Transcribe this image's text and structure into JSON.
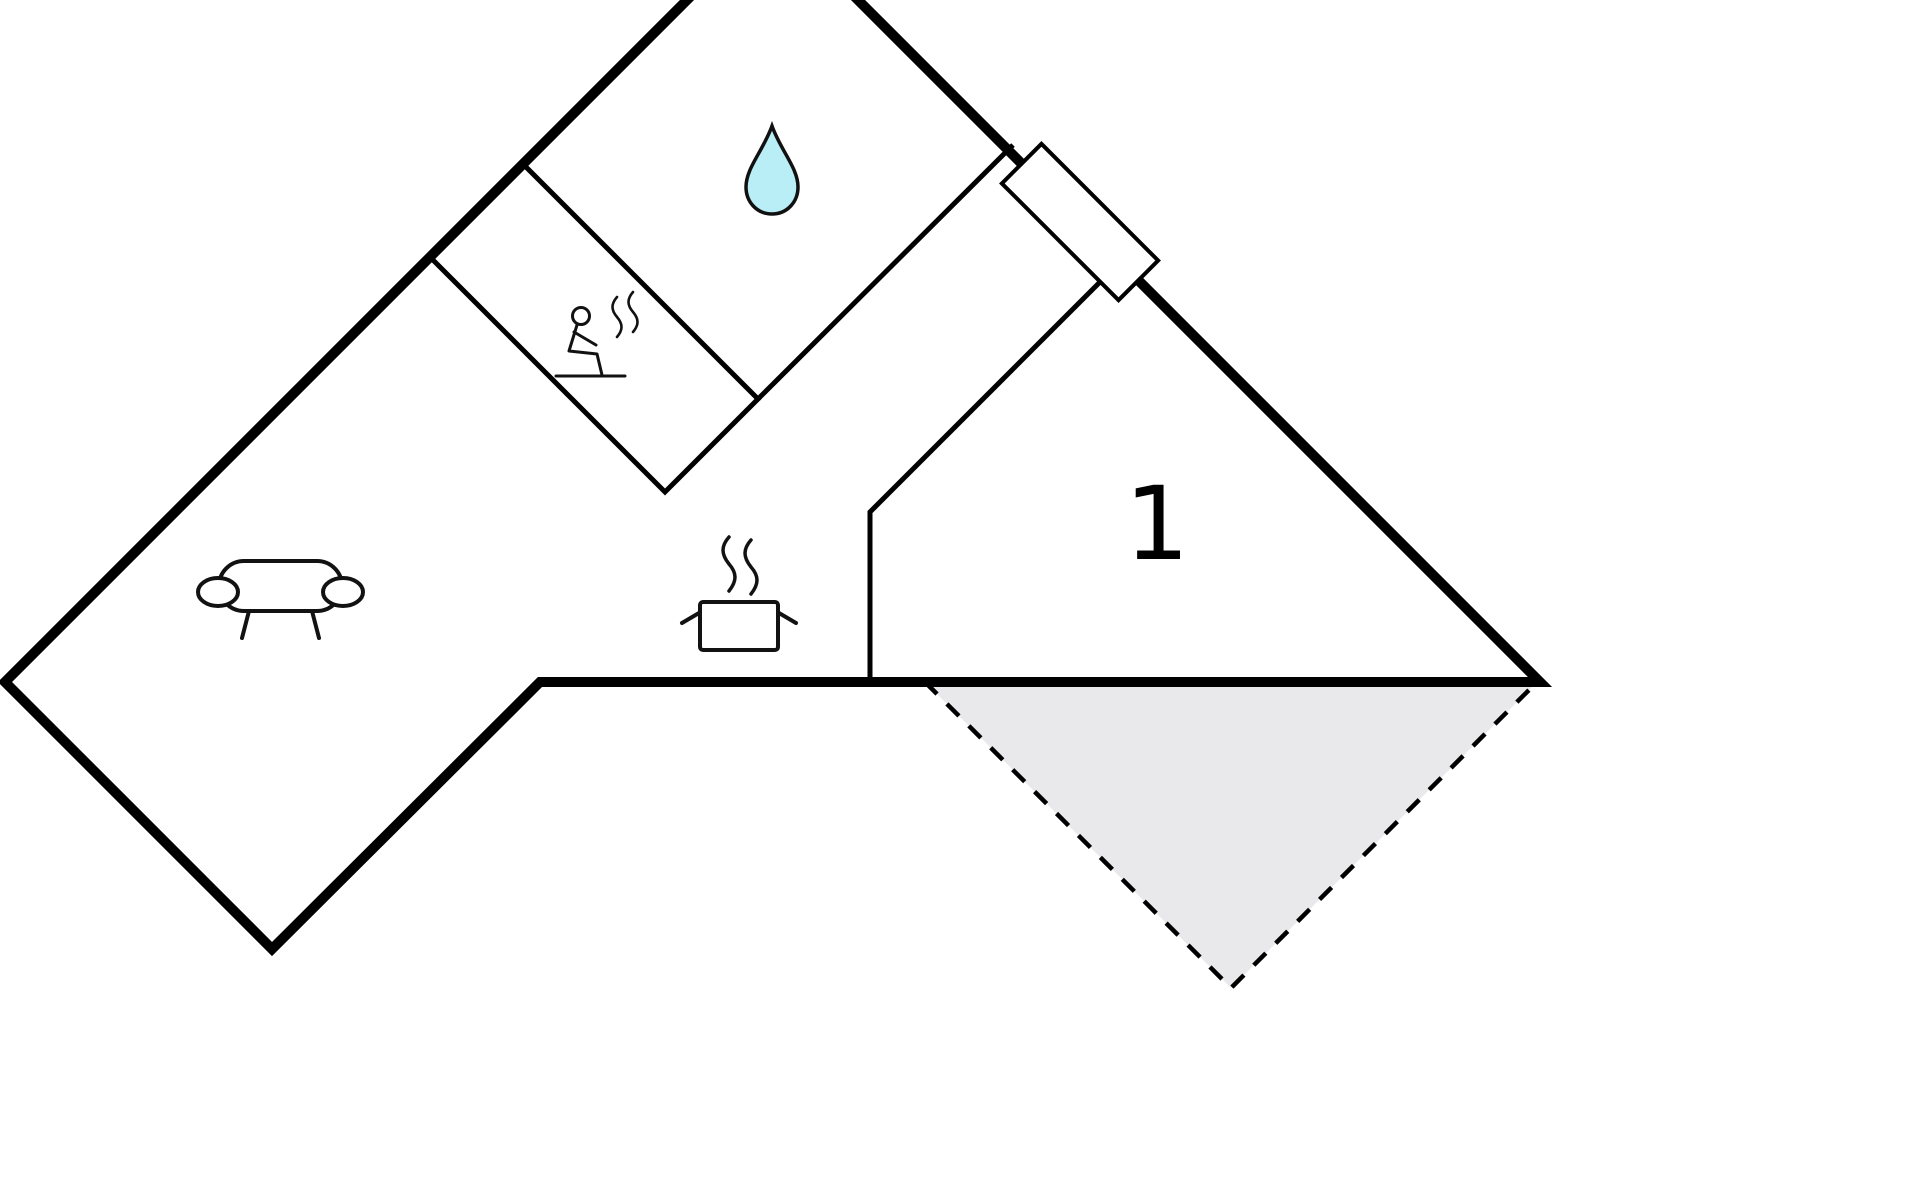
{
  "floorplan": {
    "bedroom": {
      "label": "1"
    },
    "rooms": [
      {
        "name": "living-room",
        "icon": "sofa-icon"
      },
      {
        "name": "sauna",
        "icon": "sauna-person-icon"
      },
      {
        "name": "bathroom",
        "icon": "water-drop-icon"
      },
      {
        "name": "kitchen-hall",
        "icon": "cooking-pot-icon"
      },
      {
        "name": "bedroom-1",
        "label": "1"
      },
      {
        "name": "terrace",
        "border": "dashed"
      }
    ],
    "entrance": {
      "feature": "door"
    }
  },
  "colors": {
    "walls": "#000000",
    "floor": "#ffffff",
    "terrace_fill": "#e9e9eb",
    "water_drop_fill": "#b9eef6"
  }
}
